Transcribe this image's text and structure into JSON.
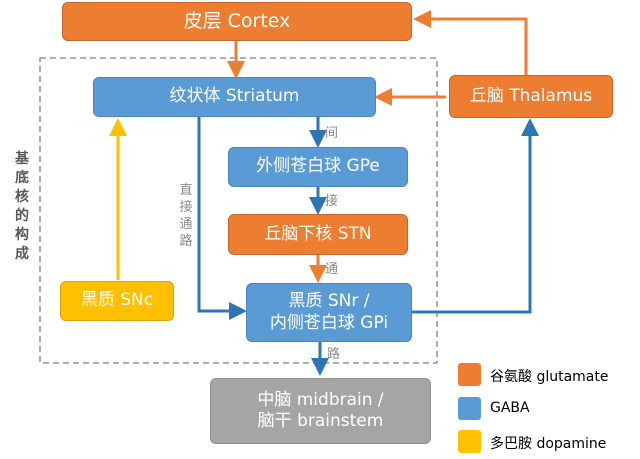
{
  "colors": {
    "glutamate": "#ED7D31",
    "gaba": "#2E75B6",
    "dopamine": "#FFC000",
    "gray": "#A5A5A5"
  },
  "nodes": {
    "cortex": "皮层 Cortex",
    "striatum": "纹状体 Striatum",
    "thalamus": "丘脑 Thalamus",
    "gpe": "外侧苍白球 GPe",
    "stn": "丘脑下核 STN",
    "snc": "黑质 SNc",
    "snr_line1": "黑质 SNr /",
    "snr_line2": "内侧苍白球 GPi",
    "midbrain_line1": "中脑 midbrain /",
    "midbrain_line2": "脑干 brainstem"
  },
  "labels": {
    "indirect": [
      "间",
      "接",
      "通",
      "路"
    ],
    "direct": "直接通路",
    "basal_ganglia": "基底核的构成"
  },
  "legend": [
    {
      "label": "谷氨酸 glutamate",
      "color": "#ED7D31"
    },
    {
      "label": "GABA",
      "color": "#5B9BD5"
    },
    {
      "label": "多巴胺 dopamine",
      "color": "#FFC000"
    }
  ]
}
